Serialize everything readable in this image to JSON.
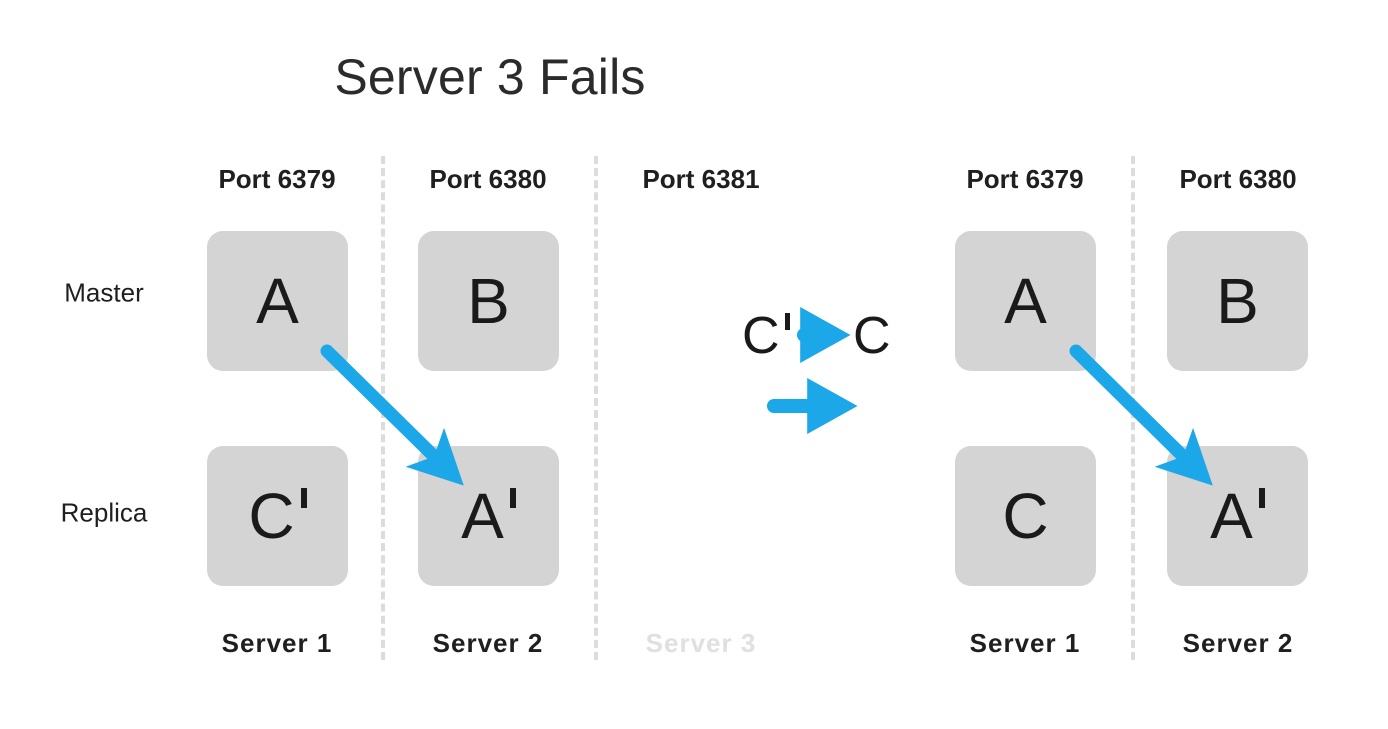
{
  "title": "Server 3 Fails",
  "colors": {
    "arrow": "#1BA7E8",
    "node_fill": "#d4d4d4",
    "text": "#1a1a1a",
    "divider": "#dcdcdc",
    "dimmed": "#e0e0e0"
  },
  "row_labels": {
    "master": "Master",
    "replica": "Replica"
  },
  "before": {
    "ports": [
      "Port 6379",
      "Port 6380",
      "Port 6381"
    ],
    "servers": [
      "Server 1",
      "Server 2",
      "Server 3"
    ],
    "masters": [
      "A",
      "B",
      ""
    ],
    "replicas": [
      "C",
      "A",
      ""
    ],
    "master_primes": [
      false,
      false,
      false
    ],
    "replica_primes": [
      true,
      true,
      false
    ]
  },
  "after": {
    "ports": [
      "Port 6379",
      "Port 6380"
    ],
    "servers": [
      "Server 1",
      "Server 2"
    ],
    "masters": [
      "A",
      "B"
    ],
    "replicas": [
      "C",
      "A"
    ],
    "master_primes": [
      false,
      false
    ],
    "replica_primes": [
      false,
      true
    ]
  },
  "center": {
    "promotion_from": "C",
    "promotion_from_prime": true,
    "promotion_to": "C",
    "arrow_icon": "right-arrow-icon",
    "transition_arrow_icon": "right-arrow-icon"
  }
}
